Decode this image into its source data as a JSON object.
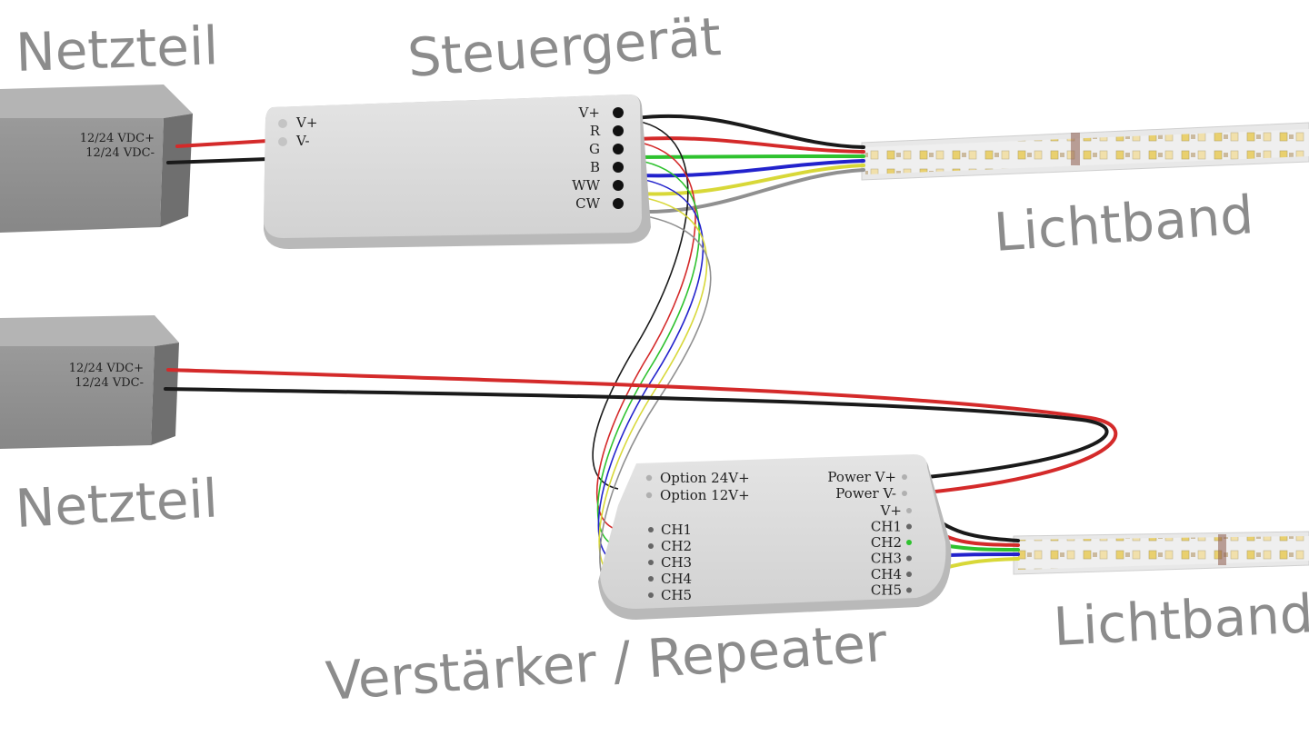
{
  "labels": {
    "netzteil_top": "Netzteil",
    "steuergeraet": "Steuergerät",
    "lichtband_top": "Lichtband",
    "netzteil_bottom": "Netzteil",
    "repeater": "Verstärker / Repeater",
    "lichtband_bottom": "Lichtband"
  },
  "psu_top": {
    "line1": "12/24 VDC+",
    "line2": "12/24 VDC-"
  },
  "psu_bottom": {
    "line1": "12/24 VDC+",
    "line2": "12/24 VDC-"
  },
  "controller": {
    "in_plus": "V+",
    "in_minus": "V-",
    "outputs": [
      "V+",
      "R",
      "G",
      "B",
      "WW",
      "CW"
    ]
  },
  "repeater_box": {
    "options": [
      "Option 24V+",
      "Option 12V+"
    ],
    "inputs": [
      "CH1",
      "CH2",
      "CH3",
      "CH4",
      "CH5"
    ],
    "power": [
      "Power V+",
      "Power V-"
    ],
    "outputs": [
      "V+",
      "CH1",
      "CH2",
      "CH3",
      "CH4",
      "CH5"
    ]
  },
  "colors": {
    "red": "#d42a2a",
    "black": "#1a1a1a",
    "green": "#2ec22e",
    "blue": "#2222cc",
    "yellow": "#d8d838",
    "gray": "#909090"
  }
}
